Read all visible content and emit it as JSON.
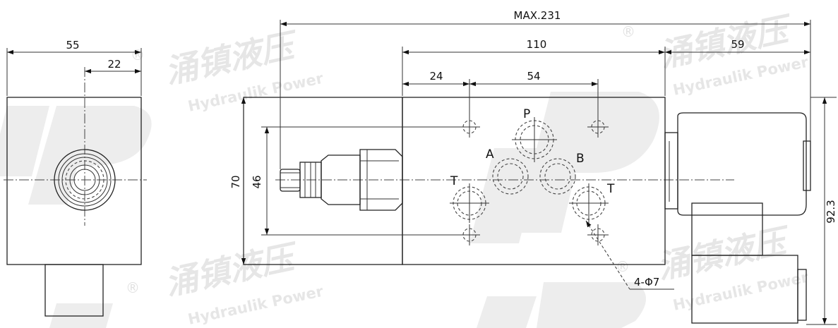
{
  "dimensions": {
    "side_width": "55",
    "side_offset": "22",
    "overall_length": "MAX.231",
    "body_length": "110",
    "coil_length": "59",
    "hole_offset": "24",
    "hole_spacing": "54",
    "body_height": "70",
    "hole_height": "46",
    "total_height": "92.3",
    "mounting_holes": "4-Φ7"
  },
  "ports": {
    "p": "P",
    "a": "A",
    "b": "B",
    "t_left": "T",
    "t_right": "T"
  },
  "watermark": {
    "company_cn": "涌镇液压",
    "company_en": "Hydraulik Power",
    "registered": "®"
  }
}
